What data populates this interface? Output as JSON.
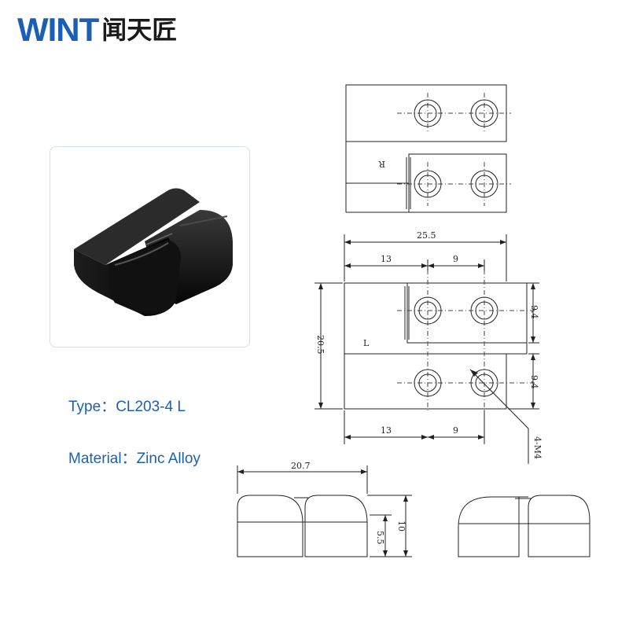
{
  "brand": {
    "logo_text_latin": "WINT",
    "logo_text_cjk": "闻天匠",
    "color": "#1a5fb4"
  },
  "product": {
    "type_label": "Type：CL203-4 L",
    "material_label": "Material：Zinc Alloy"
  },
  "drawing": {
    "top_view": {
      "letter": "R"
    },
    "front_view": {
      "letter": "L",
      "dim_overall_width": "25.5",
      "dim_top_left": "13",
      "dim_top_right": "9",
      "dim_bottom_left": "13",
      "dim_bottom_right": "9",
      "dim_height": "20.5",
      "dim_upper_hole_pitch": "9.4",
      "dim_lower_hole_pitch": "9.4",
      "hole_callout": "4-M4"
    },
    "side_view": {
      "dim_width": "20.7",
      "dim_height": "10",
      "dim_step": "5.5"
    }
  }
}
